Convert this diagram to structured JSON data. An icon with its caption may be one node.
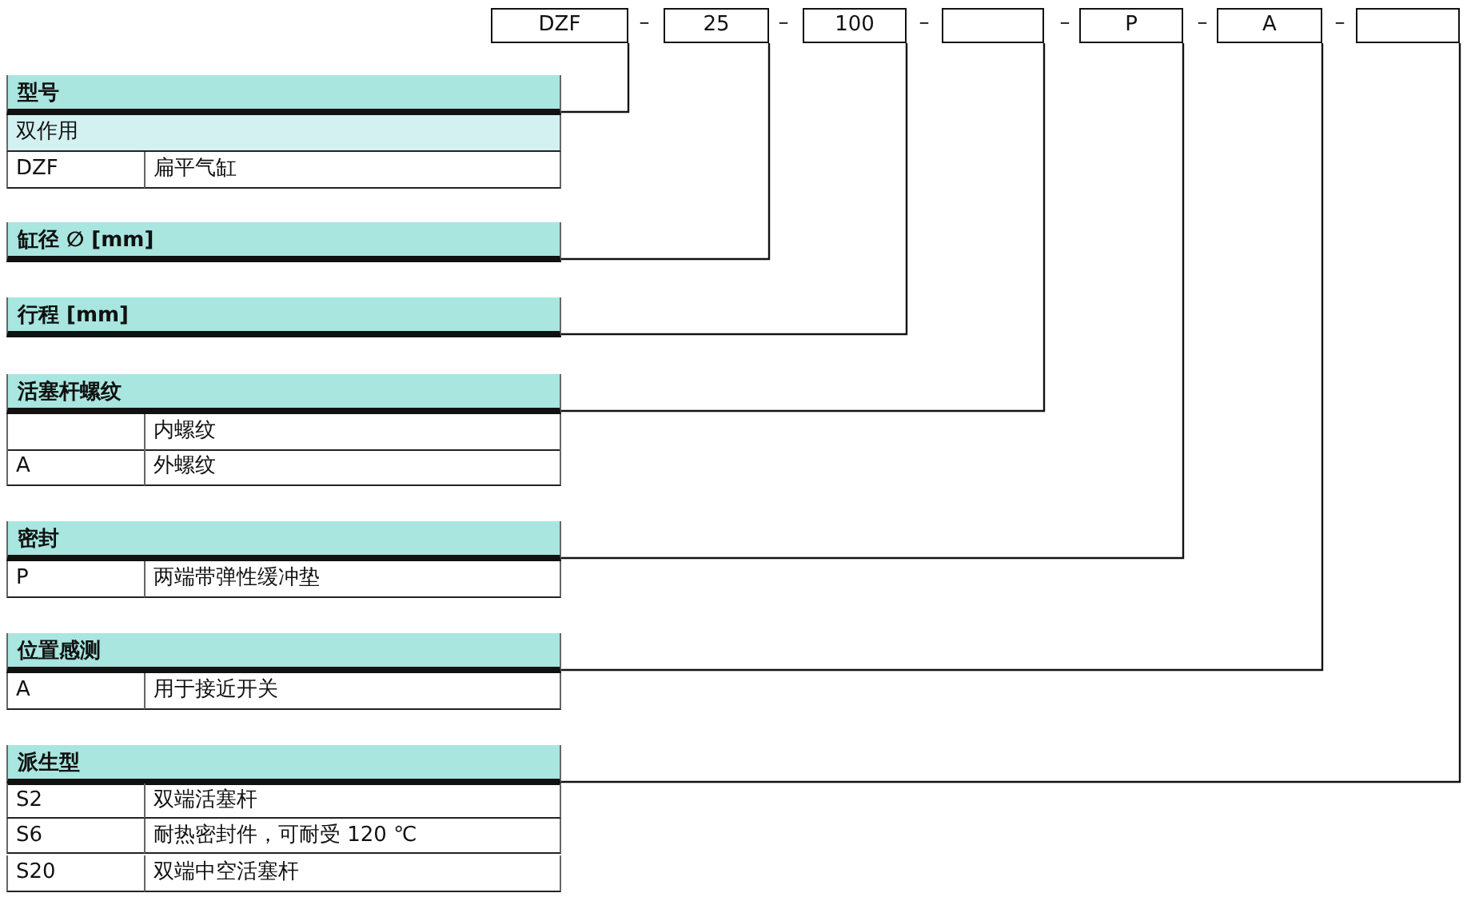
{
  "diagram": {
    "nodes": [
      {
        "text": [
          "DZF"
        ]
      },
      {
        "text": [
          "25"
        ]
      },
      {
        "text": [
          "100"
        ]
      },
      {
        "text": [],
        "shape": "box"
      },
      {
        "text": [
          "P"
        ]
      },
      {
        "text": [
          "A"
        ]
      },
      {
        "text": [],
        "shape": "box"
      },
      {
        "text": [
          "型号"
        ]
      },
      {
        "text": [
          "缸径 ∅ [mm]"
        ]
      },
      {
        "text": [
          "行程 [mm]"
        ]
      },
      {
        "text": [
          "活塞杆螺纹"
        ]
      },
      {
        "text": [
          "密封"
        ]
      },
      {
        "text": [
          "位置感测"
        ]
      },
      {
        "text": [
          "派生型"
        ]
      }
    ],
    "edges": [
      {
        "from": 7,
        "to": 0,
        "arrow": "none"
      },
      {
        "from": 8,
        "to": 1,
        "arrow": "none"
      },
      {
        "from": 9,
        "to": 2,
        "arrow": "none"
      },
      {
        "from": 10,
        "to": 3,
        "arrow": "none"
      },
      {
        "from": 11,
        "to": 4,
        "arrow": "none"
      },
      {
        "from": 12,
        "to": 5,
        "arrow": "none"
      },
      {
        "from": 13,
        "to": 6,
        "arrow": "none"
      }
    ],
    "labels": [
      "–",
      "–",
      "–",
      "–",
      "–",
      "–",
      "双作用",
      "DZF",
      "扁平气缸",
      "内螺纹",
      "A",
      "外螺纹",
      "P",
      "两端带弹性缓冲垫",
      "A",
      "用于接近开关",
      "S2",
      "双端活塞杆",
      "S6",
      "耐热密封件，可耐受 120 ℃",
      "S20",
      "双端中空活塞杆"
    ]
  }
}
